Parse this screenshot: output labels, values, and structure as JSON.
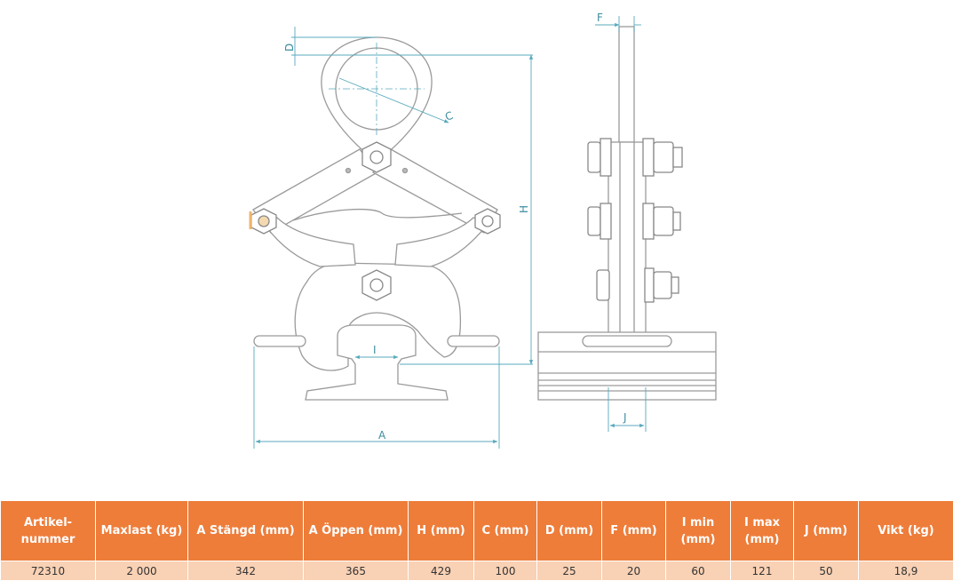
{
  "drawing": {
    "dimension_labels": {
      "A": "A",
      "C": "C",
      "D": "D",
      "F": "F",
      "H": "H",
      "I": "I",
      "J": "J"
    },
    "colors": {
      "line": "#9a9a9a",
      "dimension": "#5aaabd",
      "bolt_accent": "#f0b36a"
    }
  },
  "table": {
    "headers": [
      "Artikel-\nnummer",
      "Maxlast (kg)",
      "A Stängd (mm)",
      "A Öppen (mm)",
      "H (mm)",
      "C (mm)",
      "D (mm)",
      "F (mm)",
      "I min\n(mm)",
      "I max\n(mm)",
      "J (mm)",
      "Vikt (kg)"
    ],
    "rows": [
      [
        "72310",
        "2 000",
        "342",
        "365",
        "429",
        "100",
        "25",
        "20",
        "60",
        "121",
        "50",
        "18,9"
      ]
    ],
    "colors": {
      "header_bg": "#ee7d3a",
      "header_text": "#ffffff",
      "row_bg": "#f9d1b4"
    }
  }
}
